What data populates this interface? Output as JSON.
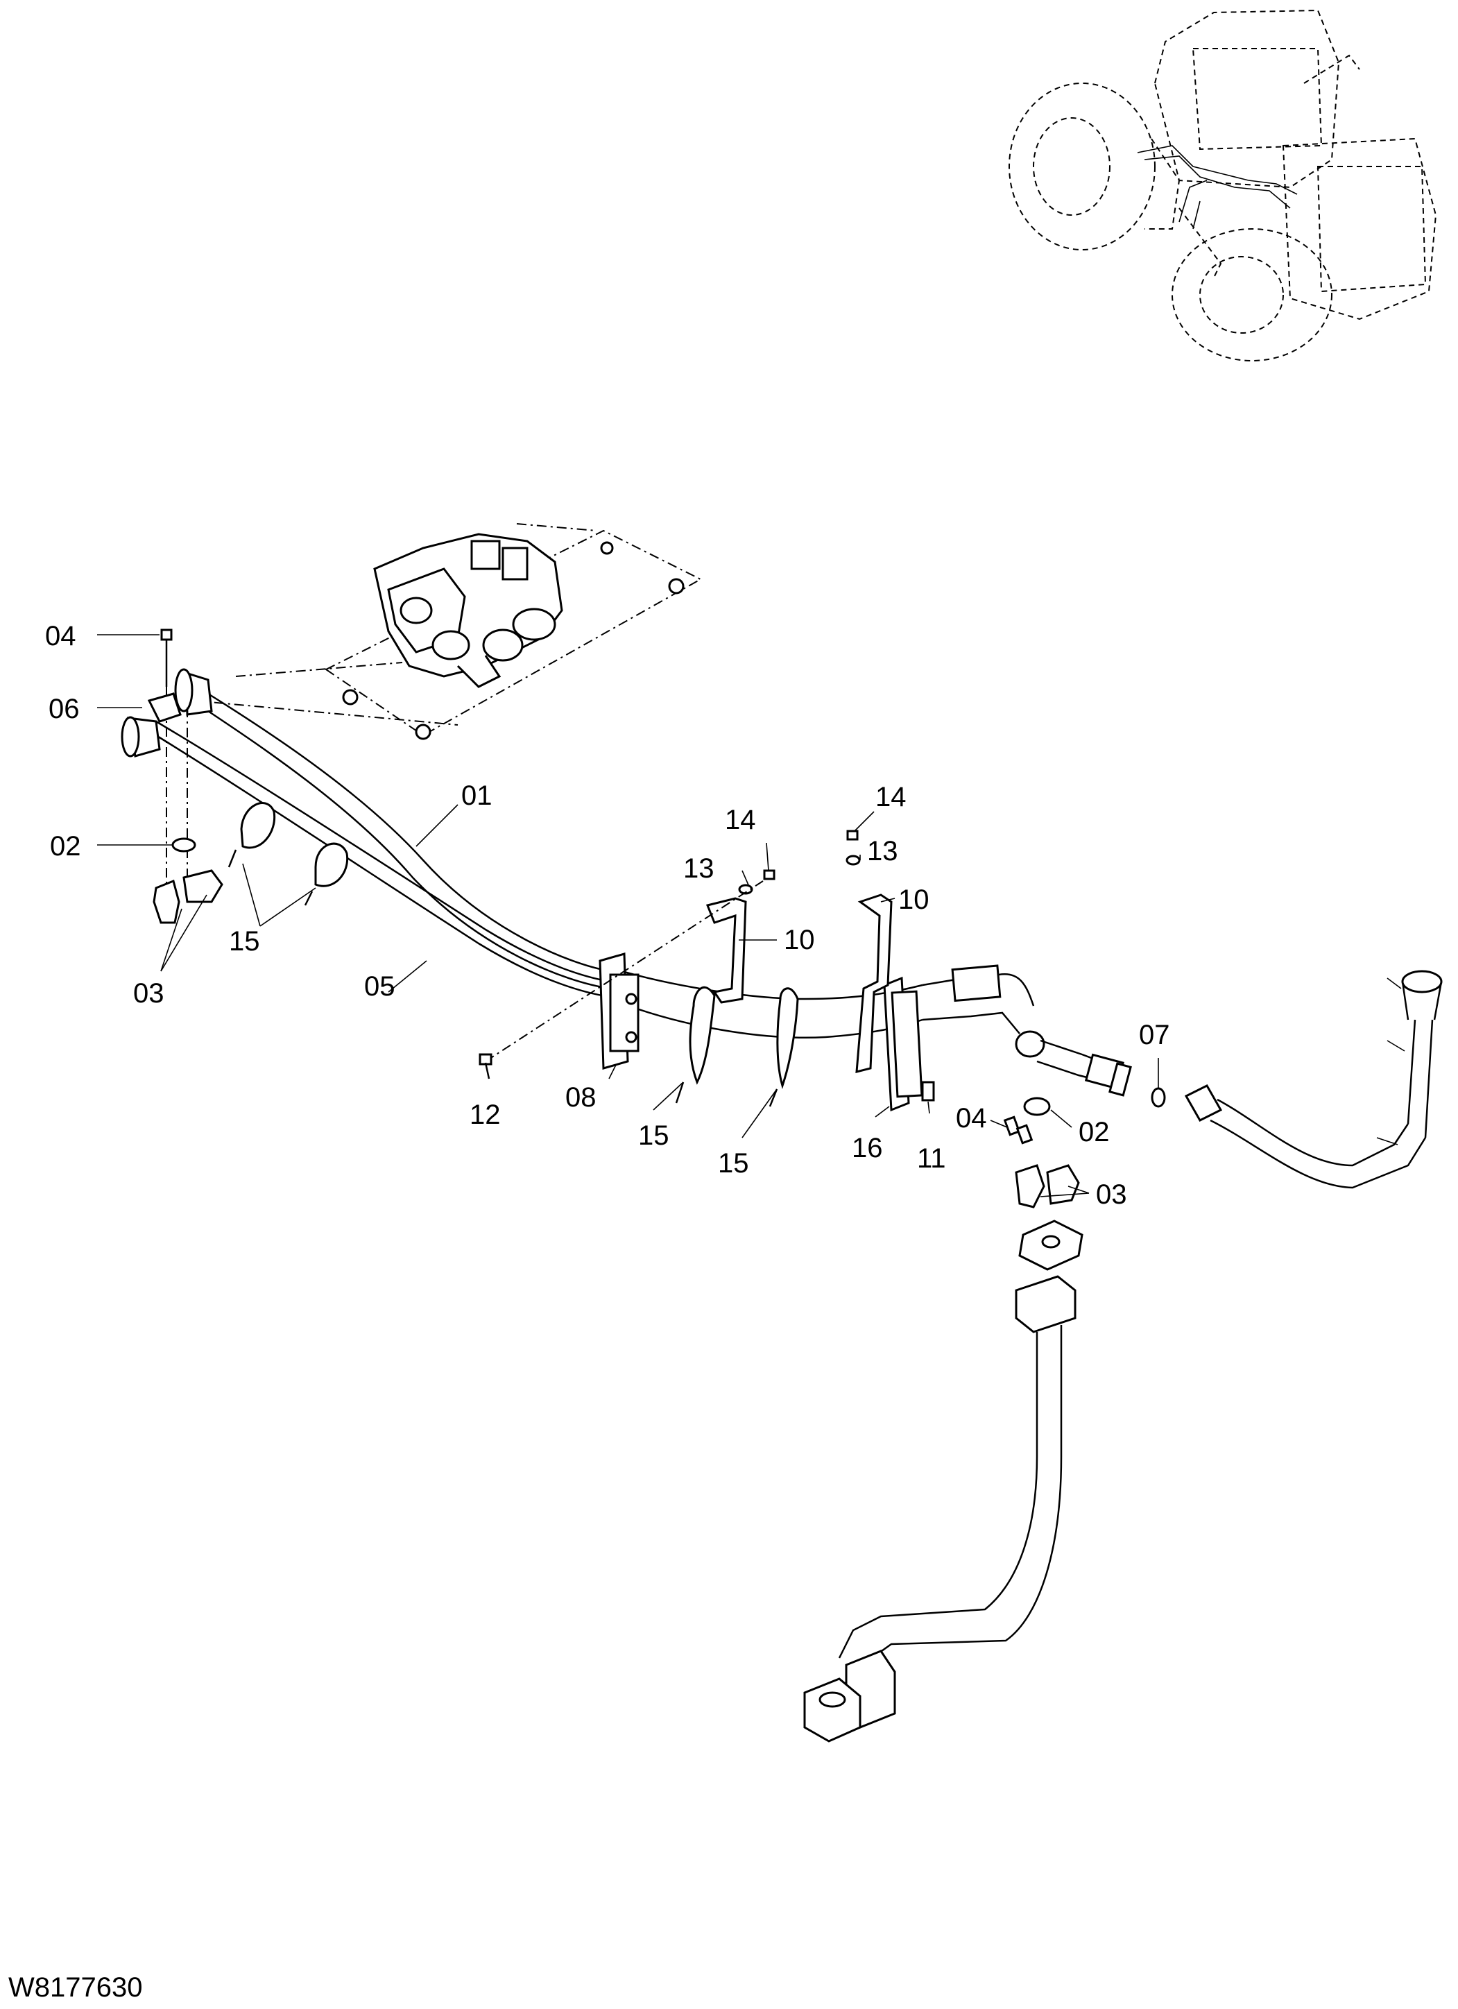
{
  "drawing_id": "W8177630",
  "callouts": [
    {
      "key": "c04a",
      "text": "04"
    },
    {
      "key": "c06",
      "text": "06"
    },
    {
      "key": "c02a",
      "text": "02"
    },
    {
      "key": "c03a",
      "text": "03"
    },
    {
      "key": "c15a",
      "text": "15"
    },
    {
      "key": "c01",
      "text": "01"
    },
    {
      "key": "c05",
      "text": "05"
    },
    {
      "key": "c14a",
      "text": "14"
    },
    {
      "key": "c13a",
      "text": "13"
    },
    {
      "key": "c10a",
      "text": "10"
    },
    {
      "key": "c14b",
      "text": "14"
    },
    {
      "key": "c13b",
      "text": "13"
    },
    {
      "key": "c10b",
      "text": "10"
    },
    {
      "key": "c07",
      "text": "07"
    },
    {
      "key": "c12",
      "text": "12"
    },
    {
      "key": "c08",
      "text": "08"
    },
    {
      "key": "c15b",
      "text": "15"
    },
    {
      "key": "c15c",
      "text": "15"
    },
    {
      "key": "c16",
      "text": "16"
    },
    {
      "key": "c11",
      "text": "11"
    },
    {
      "key": "c04b",
      "text": "04"
    },
    {
      "key": "c02b",
      "text": "02"
    },
    {
      "key": "c03b",
      "text": "03"
    }
  ]
}
